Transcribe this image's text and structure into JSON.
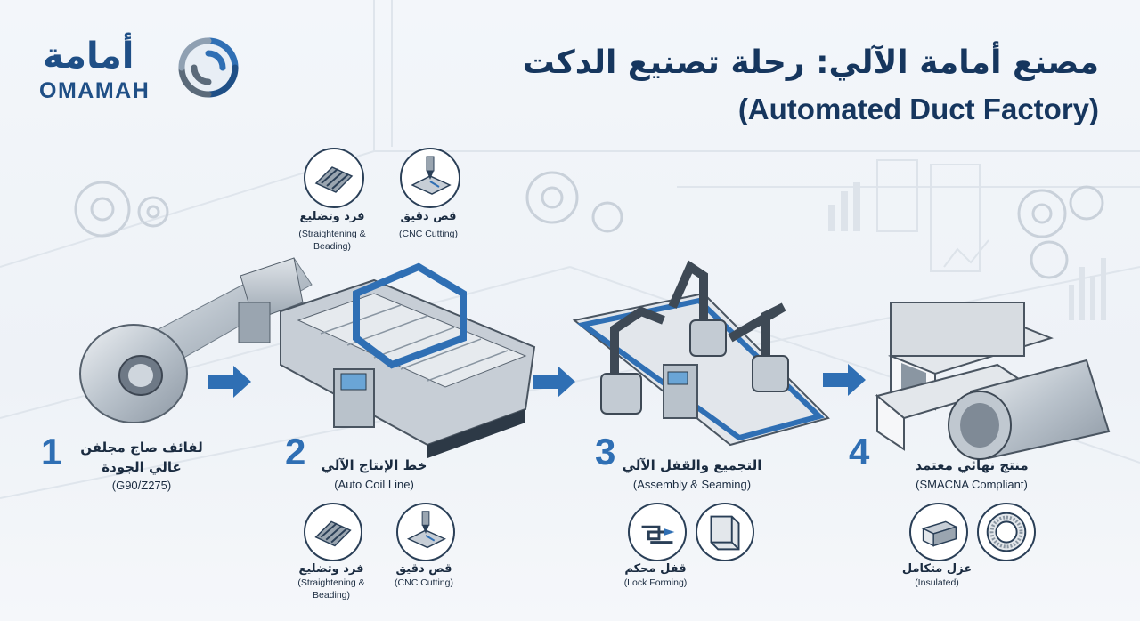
{
  "brand": {
    "name_ar": "أمامة",
    "name_en": "OMAMAH"
  },
  "title": {
    "ar": "مصنع أمامة الآلي: رحلة تصنيع الدكت",
    "en": "(Automated Duct Factory)"
  },
  "steps": [
    {
      "number": "1",
      "title_ar_line1": "لفائف صاج مجلفن",
      "title_ar_line2": "عالي الجودة",
      "title_en": "(G90/Z275)"
    },
    {
      "number": "2",
      "title_ar_line1": "خط الإنتاج الآلي",
      "title_en": "(Auto Coil Line)"
    },
    {
      "number": "3",
      "title_ar_line1": "التجميع والقفل الآلي",
      "title_en": "(Assembly & Seaming)"
    },
    {
      "number": "4",
      "title_ar_line1": "منتج نهائي معتمد",
      "title_en": "(SMACNA Compliant)"
    }
  ],
  "features_top": [
    {
      "icon": "beading-icon",
      "label_ar": "فرد وتضليع",
      "label_en_line1": "(Straightening &",
      "label_en_line2": "Beading)"
    },
    {
      "icon": "cnc-cutting-icon",
      "label_ar": "قص دقيق",
      "label_en_line1": "(CNC Cutting)"
    }
  ],
  "features_bottom": [
    {
      "icon": "beading-icon",
      "label_ar": "فرد وتضليع",
      "label_en_line1": "(Straightening &",
      "label_en_line2": "Beading)"
    },
    {
      "icon": "cnc-cutting-icon",
      "label_ar": "قص دقيق",
      "label_en_line1": "(CNC Cutting)"
    },
    {
      "icon": "lock-forming-icon",
      "label_ar": "قفل محكم",
      "label_en_line1": "(Lock Forming)"
    },
    {
      "icon": "corner-seam-icon"
    },
    {
      "icon": "insulated-duct-icon",
      "label_ar": "عزل متكامل",
      "label_en_line1": "(Insulated)"
    },
    {
      "icon": "round-duct-icon"
    }
  ],
  "colors": {
    "accent": "#2f6fb4",
    "dark_blue": "#16365e",
    "steel": "#b8c2cc"
  }
}
